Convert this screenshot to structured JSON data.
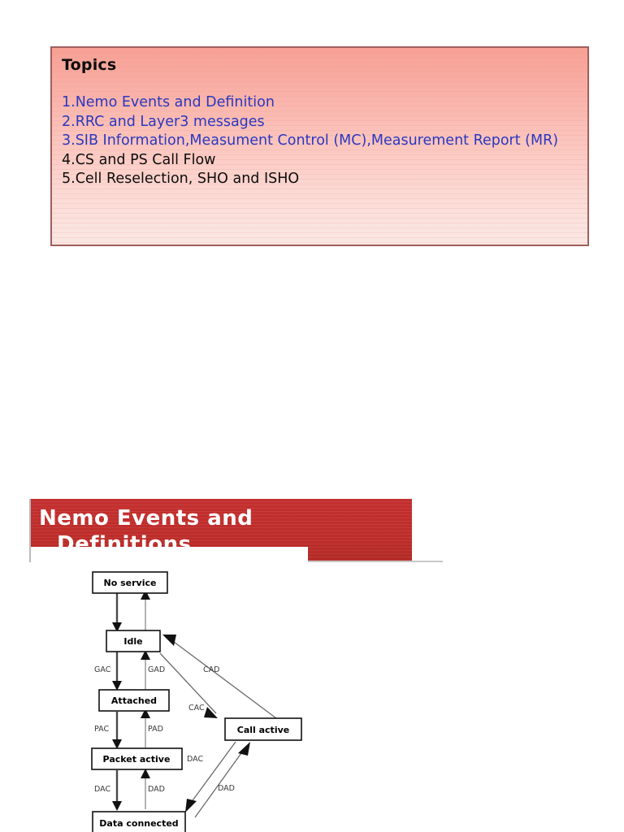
{
  "slide_topics": {
    "title": "Topics",
    "items": [
      {
        "text": "1.Nemo Events and Definition",
        "color": "#2b38c0"
      },
      {
        "text": "2.RRC and Layer3 messages",
        "color": "#2b38c0"
      },
      {
        "text": "3.SIB Information,Measument Control (MC),Measurement Report (MR)",
        "color": "#2b38c0"
      },
      {
        "text": "4.CS and PS Call Flow",
        "color": "#0d0d0d"
      },
      {
        "text": "5.Cell Reselection, SHO and ISHO",
        "color": "#0d0d0d"
      }
    ]
  },
  "slide_section": {
    "banner_color": "#bf2d2a",
    "title_line1": "Nemo Events and",
    "title_line2": "Definitions"
  },
  "state_diagram": {
    "states": [
      {
        "id": "no-service",
        "label": "No service"
      },
      {
        "id": "idle",
        "label": "Idle"
      },
      {
        "id": "attached",
        "label": "Attached"
      },
      {
        "id": "packet-active",
        "label": "Packet active"
      },
      {
        "id": "data-connected",
        "label": "Data connected"
      },
      {
        "id": "call-active",
        "label": "Call active"
      }
    ],
    "transitions": [
      {
        "from": "no-service",
        "to": "idle",
        "label": ""
      },
      {
        "from": "idle",
        "to": "no-service",
        "label": ""
      },
      {
        "from": "idle",
        "to": "attached",
        "label": "GAC"
      },
      {
        "from": "attached",
        "to": "idle",
        "label": "GAD"
      },
      {
        "from": "attached",
        "to": "packet-active",
        "label": "PAC"
      },
      {
        "from": "packet-active",
        "to": "attached",
        "label": "PAD"
      },
      {
        "from": "packet-active",
        "to": "data-connected",
        "label": "DAC"
      },
      {
        "from": "data-connected",
        "to": "packet-active",
        "label": "DAD"
      },
      {
        "from": "idle",
        "to": "call-active",
        "label": "CAC"
      },
      {
        "from": "call-active",
        "to": "idle",
        "label": "CAD"
      },
      {
        "from": "call-active",
        "to": "data-connected",
        "label": "DAC"
      },
      {
        "from": "data-connected",
        "to": "call-active",
        "label": "DAD"
      }
    ]
  }
}
